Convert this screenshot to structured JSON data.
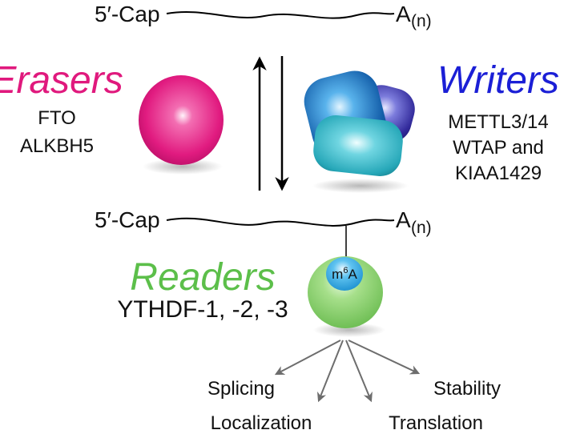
{
  "rna": {
    "cap_label": "5′-Cap",
    "tail_base": "A",
    "tail_sub": "(n)"
  },
  "erasers": {
    "title": "Erasers",
    "items": [
      "FTO",
      "ALKBH5"
    ]
  },
  "writers": {
    "title": "Writers",
    "items": [
      "METTL3/14",
      "WTAP and",
      "KIAA1429"
    ]
  },
  "readers": {
    "title": "Readers",
    "items": [
      "YTHDF-1, -2, -3"
    ]
  },
  "mark": {
    "base": "m",
    "sup": "6",
    "tail": "A"
  },
  "outcomes": [
    "Splicing",
    "Stability",
    "Localization",
    "Translation"
  ],
  "colors": {
    "erasers": "#e0197d",
    "writers": "#1b1fd6",
    "readers": "#5cbf4a",
    "line": "#000000",
    "arrow": "#6d6d6d"
  }
}
